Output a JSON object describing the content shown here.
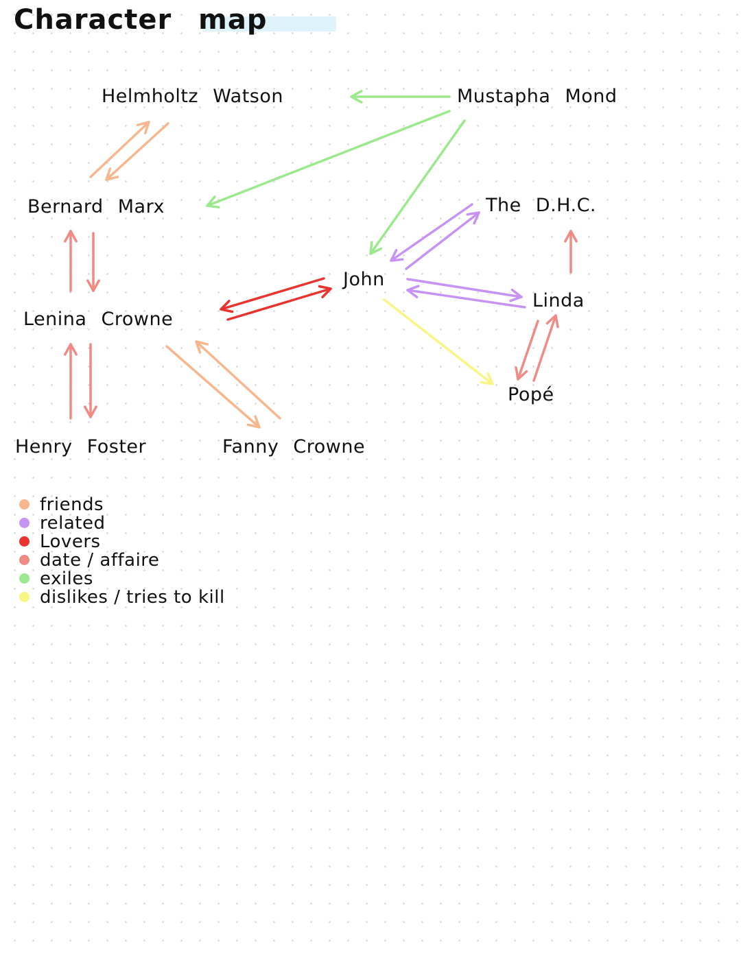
{
  "title": "Character map",
  "colors": {
    "friends": "#f6b78e",
    "related": "#c793f2",
    "lovers": "#e8332e",
    "date_affair": "#ef8a85",
    "exiles": "#9be98d",
    "dislikes": "#f7f584"
  },
  "characters": {
    "helmholtz": "Helmholtz Watson",
    "mustapha": "Mustapha Mond",
    "bernard": "Bernard Marx",
    "dhc": "The D.H.C.",
    "john": "John",
    "linda": "Linda",
    "lenina": "Lenina Crowne",
    "pope": "Popé",
    "henry": "Henry Foster",
    "fanny": "Fanny Crowne"
  },
  "legend": [
    {
      "label": "friends",
      "relation": "friends"
    },
    {
      "label": "related",
      "relation": "related"
    },
    {
      "label": "Lovers",
      "relation": "lovers"
    },
    {
      "label": "date / affaire",
      "relation": "date_affair"
    },
    {
      "label": "exiles",
      "relation": "exiles"
    },
    {
      "label": "dislikes / tries to kill",
      "relation": "dislikes"
    }
  ],
  "relationships": [
    {
      "from": "mustapha",
      "to": "helmholtz",
      "relation": "exiles"
    },
    {
      "from": "mustapha",
      "to": "bernard",
      "relation": "exiles"
    },
    {
      "from": "mustapha",
      "to": "john",
      "relation": "exiles"
    },
    {
      "from": "bernard",
      "to": "helmholtz",
      "relation": "friends"
    },
    {
      "from": "helmholtz",
      "to": "bernard",
      "relation": "friends"
    },
    {
      "from": "bernard",
      "to": "lenina",
      "relation": "date_affair"
    },
    {
      "from": "lenina",
      "to": "bernard",
      "relation": "date_affair"
    },
    {
      "from": "lenina",
      "to": "henry",
      "relation": "date_affair"
    },
    {
      "from": "henry",
      "to": "lenina",
      "relation": "date_affair"
    },
    {
      "from": "lenina",
      "to": "fanny",
      "relation": "friends"
    },
    {
      "from": "fanny",
      "to": "lenina",
      "relation": "friends"
    },
    {
      "from": "john",
      "to": "lenina",
      "relation": "lovers"
    },
    {
      "from": "lenina",
      "to": "john",
      "relation": "lovers"
    },
    {
      "from": "john",
      "to": "dhc",
      "relation": "related"
    },
    {
      "from": "dhc",
      "to": "john",
      "relation": "related"
    },
    {
      "from": "john",
      "to": "linda",
      "relation": "related"
    },
    {
      "from": "linda",
      "to": "john",
      "relation": "related"
    },
    {
      "from": "linda",
      "to": "dhc",
      "relation": "date_affair"
    },
    {
      "from": "linda",
      "to": "pope",
      "relation": "date_affair"
    },
    {
      "from": "pope",
      "to": "linda",
      "relation": "date_affair"
    },
    {
      "from": "john",
      "to": "pope",
      "relation": "dislikes"
    }
  ]
}
